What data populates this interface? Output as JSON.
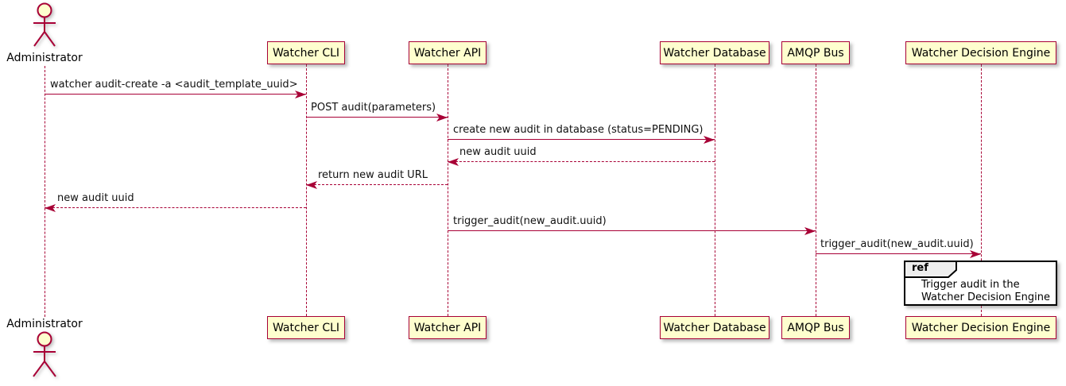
{
  "diagram": {
    "kind": "uml-sequence-diagram",
    "actor": {
      "name": "Administrator"
    },
    "participants": [
      {
        "name": "Watcher CLI"
      },
      {
        "name": "Watcher API"
      },
      {
        "name": "Watcher Database"
      },
      {
        "name": "AMQP Bus"
      },
      {
        "name": "Watcher Decision Engine"
      }
    ],
    "messages": [
      {
        "from": "Administrator",
        "to": "Watcher CLI",
        "style": "solid",
        "label": "watcher audit-create -a <audit_template_uuid>"
      },
      {
        "from": "Watcher CLI",
        "to": "Watcher API",
        "style": "solid",
        "label": "POST audit(parameters)"
      },
      {
        "from": "Watcher API",
        "to": "Watcher Database",
        "style": "solid",
        "label": "create new audit in database (status=PENDING)"
      },
      {
        "from": "Watcher Database",
        "to": "Watcher API",
        "style": "dashed",
        "label": "new audit uuid"
      },
      {
        "from": "Watcher API",
        "to": "Watcher CLI",
        "style": "dashed",
        "label": "return new audit URL"
      },
      {
        "from": "Watcher CLI",
        "to": "Administrator",
        "style": "dashed",
        "label": "new audit uuid"
      },
      {
        "from": "Watcher API",
        "to": "AMQP Bus",
        "style": "solid",
        "label": "trigger_audit(new_audit.uuid)"
      },
      {
        "from": "AMQP Bus",
        "to": "Watcher Decision Engine",
        "style": "solid",
        "label": "trigger_audit(new_audit.uuid)"
      }
    ],
    "ref_fragment": {
      "keyword": "ref",
      "over": "Watcher Decision Engine",
      "lines": [
        "Trigger audit in the",
        "Watcher Decision Engine"
      ]
    },
    "colors": {
      "participant_fill": "#FEFECE",
      "stroke": "#A80036",
      "text": "#000000",
      "ref_border": "#000000",
      "ref_tab_fill": "#EEEEEE",
      "background": "#FFFFFF"
    }
  }
}
